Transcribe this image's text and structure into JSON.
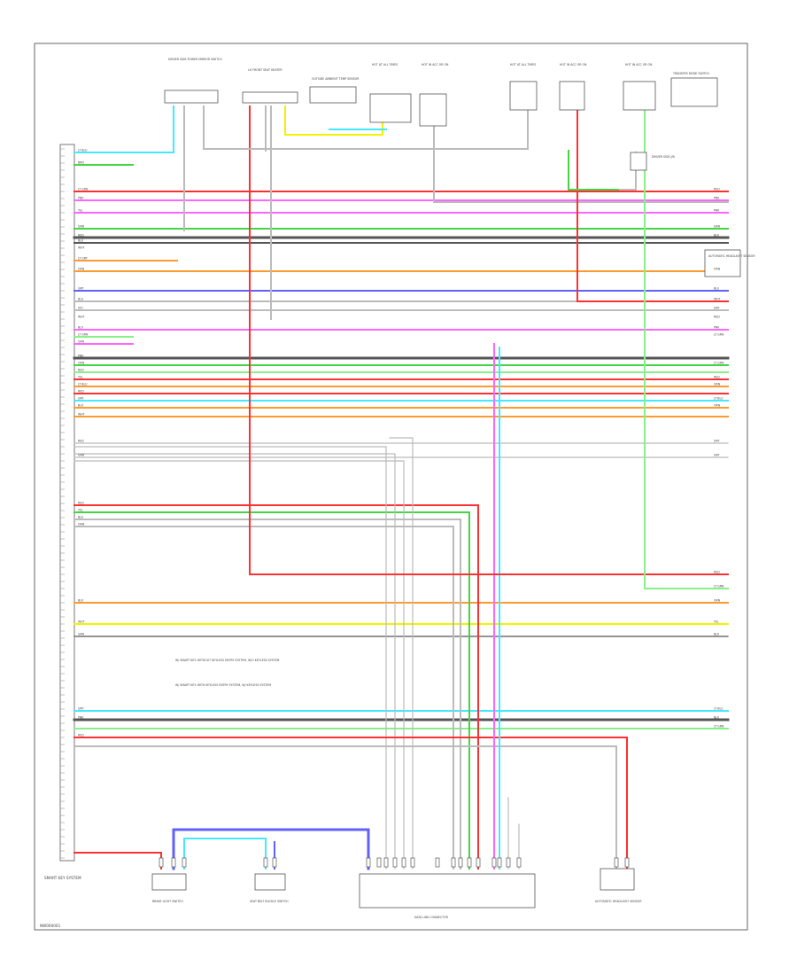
{
  "diagram_id": "NW000001",
  "ecu_label": "SMART KEY SYSTEM",
  "top_components": [
    "DRIVER SIDE POWER MIRROR SWITCH",
    "LH FRONT SEAT HEATER",
    "OUTSIDE AMBIENT TEMP SENSOR",
    "HOT AT ALL TIMES",
    "HOT IN ACC OR ON",
    "HOT AT ALL TIMES",
    "HOT IN ACC OR ON",
    "HOT IN ACC OR ON",
    "TRANSFER MODE SWITCH"
  ],
  "right_components": [
    "DRIVER SIDE J/B",
    "AUTOMATIC HEADLIGHT SENSOR"
  ],
  "bottom_components": [
    "BRAKE LIGHT SWITCH",
    "SEAT BELT BUCKLE SWITCH",
    "DATA LINK CONNECTOR",
    "AUTOMATIC HEADLIGHT SENSOR"
  ],
  "notes": [
    "W/ SMART KEY: WITHOUT KEYLESS ENTRY SYSTEM, W/O KEYLESS SYSTEM",
    "W/ SMART KEY: WITH KEYLESS ENTRY SYSTEM, W/ KEYLESS SYSTEM"
  ],
  "wire_colors": {
    "RED": "#ff3030",
    "PNK": "#ff66ff",
    "GRN": "#44d444",
    "BLK": "#555555",
    "GRY": "#b0b0b0",
    "ORN": "#ff9a30",
    "BLU": "#6060ff",
    "YEL": "#f2f200",
    "LT BLU": "#44e8ff",
    "LT GRN": "#88f088",
    "WHT": "#cccccc"
  },
  "wire_labels": {
    "left": [
      "LT BLU",
      "BRN",
      "LT GRN",
      "PNK",
      "YEL",
      "GRN",
      "RED",
      "BLK",
      "WHT",
      "LT GRY",
      "ORN",
      "GRY",
      "BLU",
      "VIO",
      "WHT",
      "BLU",
      "LT GRN",
      "GRN",
      "PNK",
      "ORN",
      "RED",
      "YEL",
      "LT BLU",
      "RED",
      "GRY",
      "BLK",
      "WHT",
      "RED",
      "GRN",
      "RED",
      "YEL",
      "BLK",
      "ORN",
      "BLK",
      "WHT",
      "GRN",
      "GRY",
      "PNK",
      "RED"
    ],
    "right": [
      "RED",
      "PNK",
      "PNK",
      "GRN",
      "BLK",
      "ORN",
      "BLU",
      "WHT",
      "GRY",
      "RED",
      "PNK",
      "LT GRN",
      "LT GRN",
      "RED",
      "ORN",
      "LT BLU",
      "ORN",
      "GRY",
      "GRY",
      "RED",
      "LT GRN",
      "ORN",
      "YEL",
      "BLK",
      "LT BLU",
      "BLK",
      "LT GRN"
    ]
  }
}
